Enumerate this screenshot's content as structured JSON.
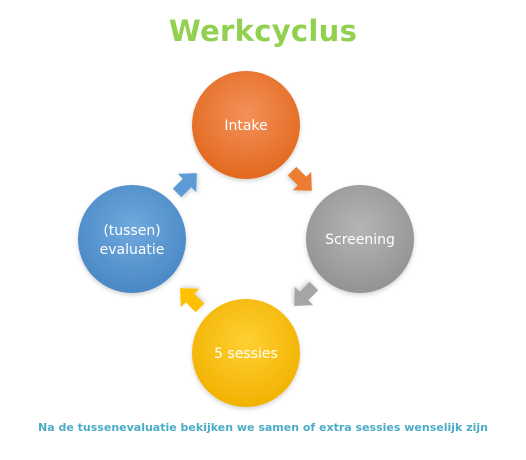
{
  "title": "Werkcyclus",
  "caption": "Na de tussenevaluatie bekijken we samen of extra sessies wenselijk zijn",
  "colors": {
    "title": "#92d050",
    "caption": "#4bacc6",
    "intake": "#ed7d31",
    "screening": "#a5a5a5",
    "sessies": "#ffc000",
    "evaluatie": "#5b9bd5"
  },
  "nodes": {
    "intake": {
      "line1": "Intake",
      "line2": ""
    },
    "screening": {
      "line1": "Screening",
      "line2": ""
    },
    "sessies": {
      "line1": "5 sessies",
      "line2": ""
    },
    "evaluatie": {
      "line1": "(tussen)",
      "line2": "evaluatie"
    }
  }
}
